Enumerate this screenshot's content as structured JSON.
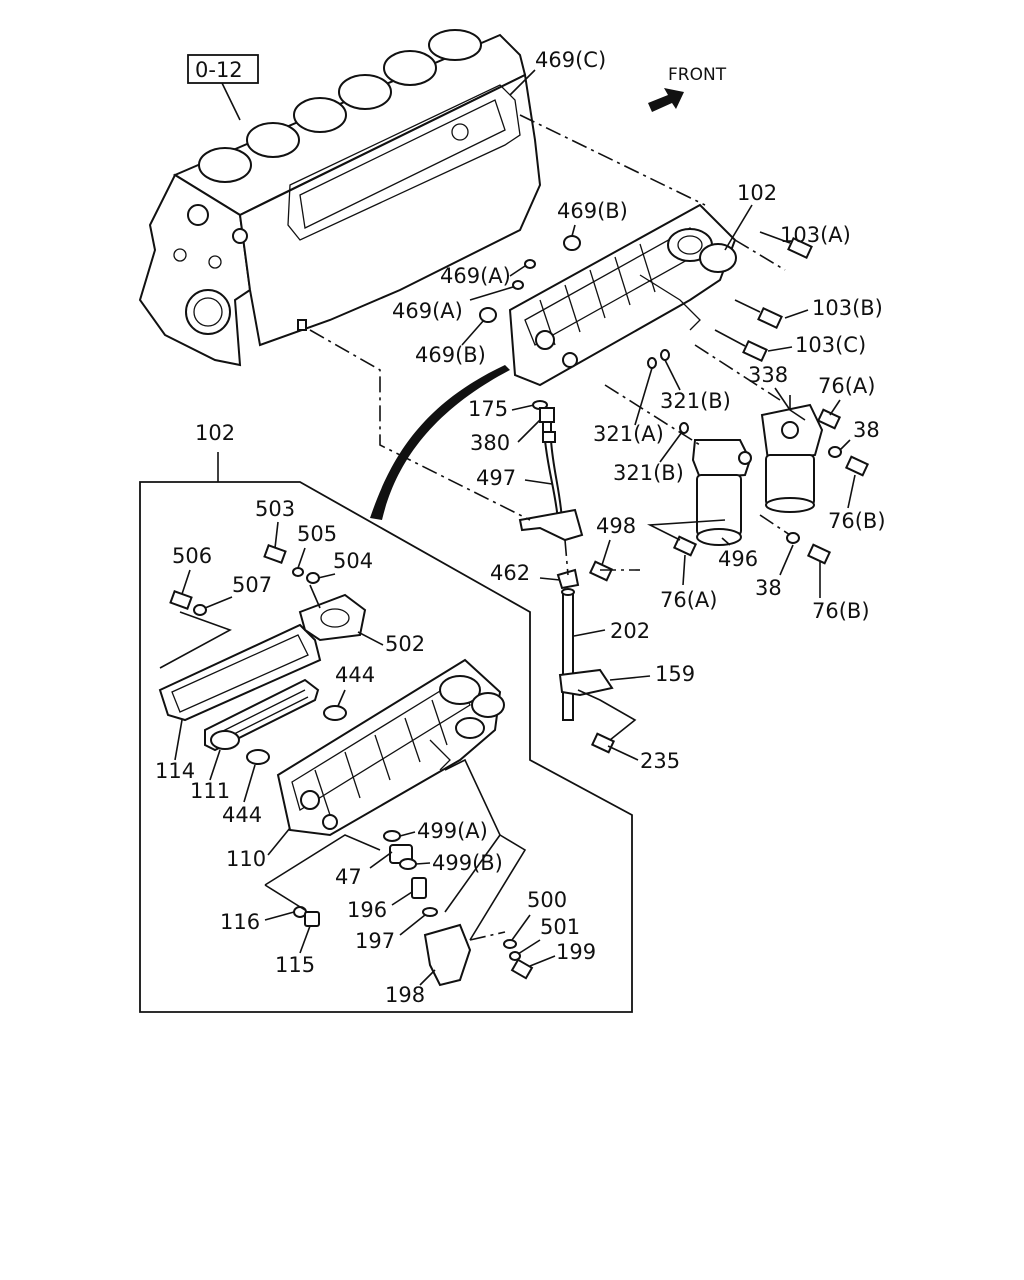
{
  "header": {
    "ref_code": "0-12",
    "front_label": "FRONT"
  },
  "labels": {
    "l469c": "469(C)",
    "l469b_top": "469(B)",
    "l469a_1": "469(A)",
    "l469a_2": "469(A)",
    "l469b_2": "469(B)",
    "l102_top": "102",
    "l103a": "103(A)",
    "l103b": "103(B)",
    "l103c": "103(C)",
    "l338": "338",
    "l76a_1": "76(A)",
    "l38_1": "38",
    "l76b_1": "76(B)",
    "l321b_1": "321(B)",
    "l321a": "321(A)",
    "l321b_2": "321(B)",
    "l175": "175",
    "l380": "380",
    "l497": "497",
    "l498": "498",
    "l496": "496",
    "l462": "462",
    "l76a_2": "76(A)",
    "l38_2": "38",
    "l76b_2": "76(B)",
    "l202": "202",
    "l159": "159",
    "l235": "235",
    "l102_box": "102",
    "l503": "503",
    "l505": "505",
    "l506": "506",
    "l504": "504",
    "l507": "507",
    "l502": "502",
    "l444_1": "444",
    "l114": "114",
    "l111": "111",
    "l444_2": "444",
    "l110": "110",
    "l499a": "499(A)",
    "l47": "47",
    "l499b": "499(B)",
    "l196": "196",
    "l116": "116",
    "l197": "197",
    "l500": "500",
    "l501": "501",
    "l199": "199",
    "l115": "115",
    "l198": "198"
  }
}
